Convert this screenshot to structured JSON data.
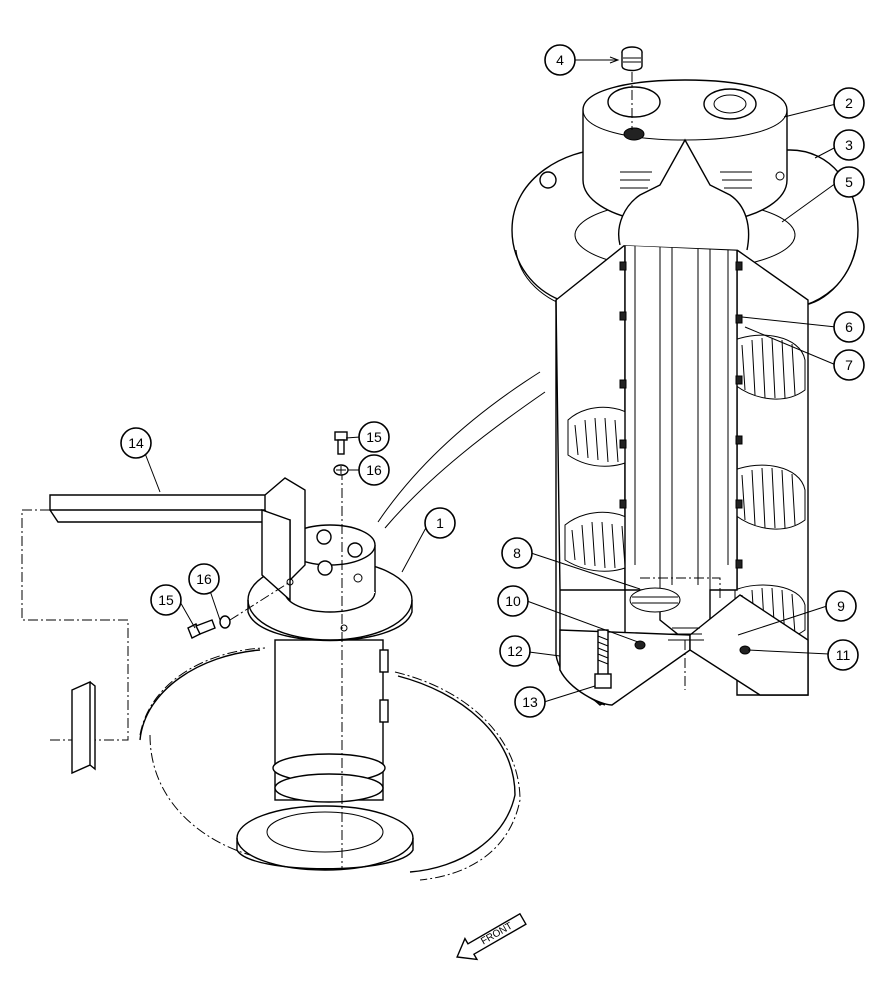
{
  "figure": {
    "front_label": "FRONT"
  },
  "callouts": [
    {
      "id": "c1",
      "label": "1"
    },
    {
      "id": "c2",
      "label": "2"
    },
    {
      "id": "c3",
      "label": "3"
    },
    {
      "id": "c4",
      "label": "4"
    },
    {
      "id": "c5",
      "label": "5"
    },
    {
      "id": "c6",
      "label": "6"
    },
    {
      "id": "c7",
      "label": "7"
    },
    {
      "id": "c8",
      "label": "8"
    },
    {
      "id": "c9",
      "label": "9"
    },
    {
      "id": "c10",
      "label": "10"
    },
    {
      "id": "c11",
      "label": "11"
    },
    {
      "id": "c12",
      "label": "12"
    },
    {
      "id": "c13",
      "label": "13"
    },
    {
      "id": "c14",
      "label": "14"
    },
    {
      "id": "c15a",
      "label": "15"
    },
    {
      "id": "c15b",
      "label": "15"
    },
    {
      "id": "c16a",
      "label": "16"
    },
    {
      "id": "c16b",
      "label": "16"
    }
  ]
}
